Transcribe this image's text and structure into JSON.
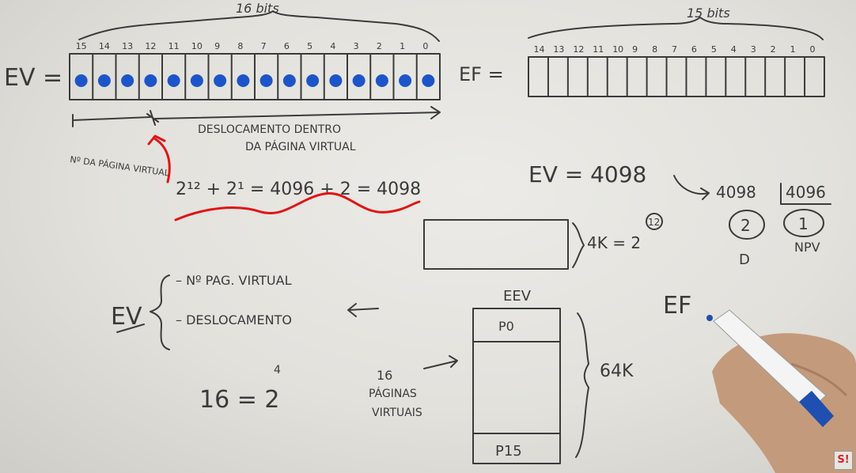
{
  "ev_diagram": {
    "title": "16 bits",
    "label": "EV =",
    "bit_labels": [
      "15",
      "14",
      "13",
      "12",
      "11",
      "10",
      "9",
      "8",
      "7",
      "6",
      "5",
      "4",
      "3",
      "2",
      "1",
      "0"
    ],
    "left_note": "Nº DA PÁGINA VIRTUAL",
    "right_note_line1": "DESLOCAMENTO DENTRO",
    "right_note_line2": "DA PÁGINA VIRTUAL",
    "formula": "2¹² + 2¹ = 4096 + 2 = 4098"
  },
  "ef_diagram": {
    "title": "15 bits",
    "label": "EF =",
    "bit_labels": [
      "14",
      "13",
      "12",
      "11",
      "10",
      "9",
      "8",
      "7",
      "6",
      "5",
      "4",
      "3",
      "2",
      "1",
      "0"
    ]
  },
  "calc": {
    "ev_value": "EV = 4098",
    "dividend": "4098",
    "divisor": "4096",
    "remainder": "2",
    "quotient": "1",
    "remainder_label": "D",
    "quotient_label": "NPV"
  },
  "page_box": {
    "size_label": "4K = 2",
    "exponent": "12"
  },
  "ev_breakdown": {
    "label": "EV",
    "item1": "– Nº PAG. VIRTUAL",
    "item2": "– DESLOCAMENTO"
  },
  "pages_count": {
    "formula": "16 = 2",
    "exponent": "4"
  },
  "eev_column": {
    "title": "EEV",
    "top_cell": "P0",
    "bottom_cell": "P15",
    "size_label": "64K",
    "note_line1": "16",
    "note_line2": "PÁGINAS",
    "note_line3": "VIRTUAIS"
  },
  "ef_label": "EF",
  "logo_text": "S!"
}
